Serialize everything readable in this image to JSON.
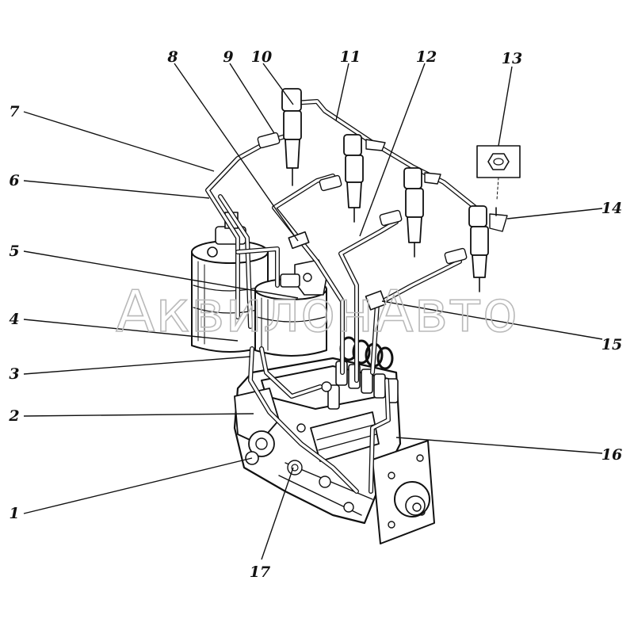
{
  "watermark": "АквилонАвто",
  "callouts": [
    "1",
    "2",
    "3",
    "4",
    "5",
    "6",
    "7",
    "8",
    "9",
    "10",
    "11",
    "12",
    "13",
    "14",
    "15",
    "16",
    "17"
  ]
}
